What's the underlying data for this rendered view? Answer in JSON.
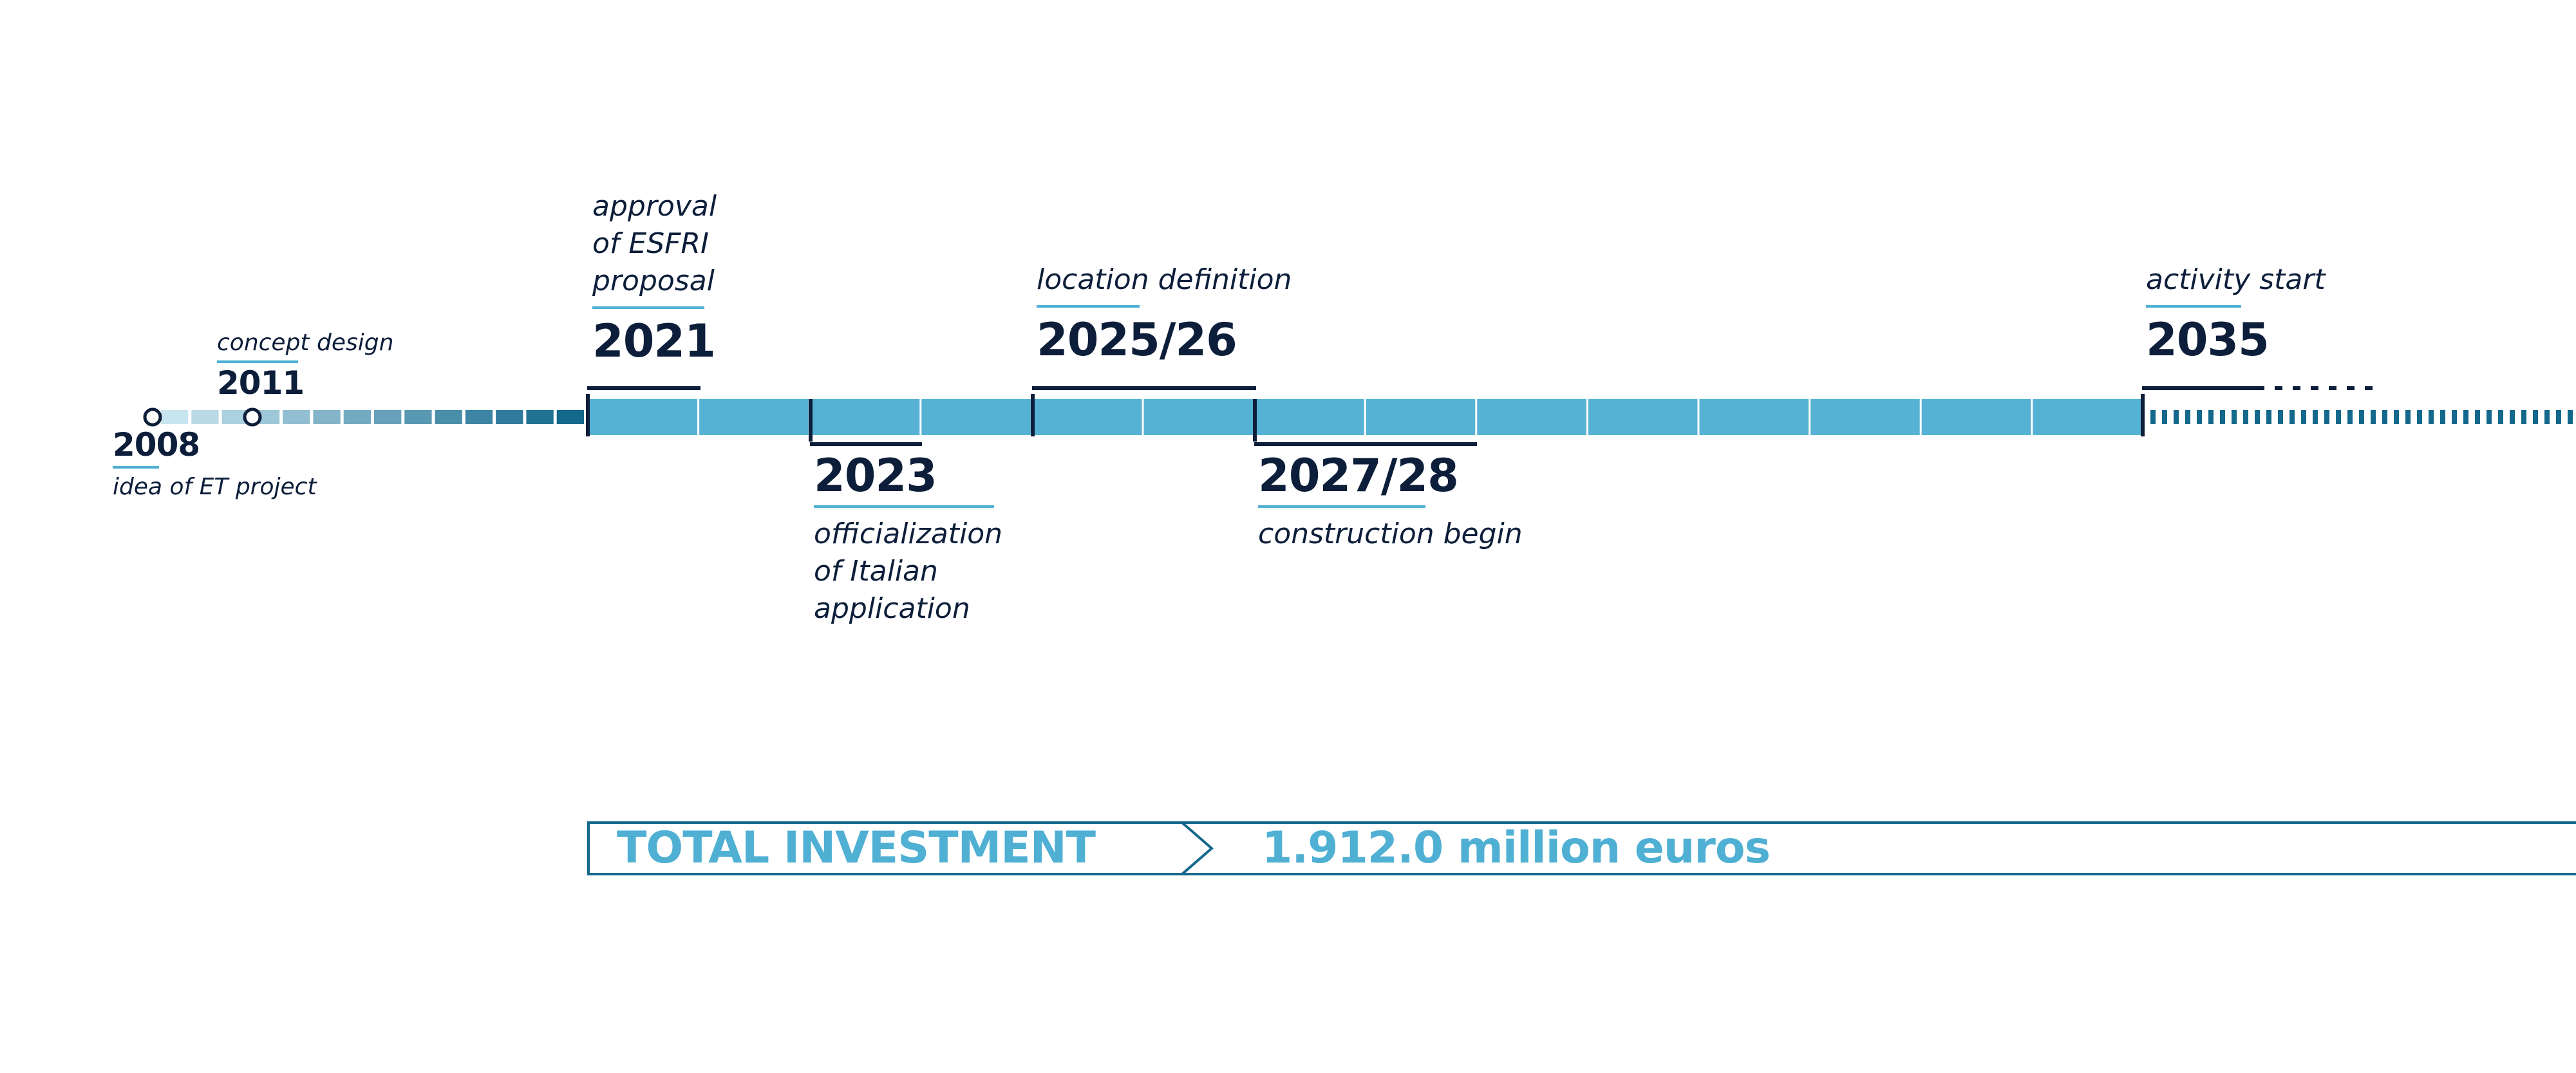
{
  "colors": {
    "dark": "#0d1e3a",
    "bar": "#56b2d4",
    "accent": "#4fb0d4",
    "teal": "#14688c",
    "divider": "#ffffff"
  },
  "events": {
    "e2008": {
      "year": "2008",
      "desc": "idea of ET project"
    },
    "e2011": {
      "year": "2011",
      "desc": "concept design"
    },
    "e2021": {
      "year": "2021",
      "desc": "approval\nof ESFRI\nproposal"
    },
    "e2023": {
      "year": "2023",
      "desc": "officialization\nof Italian\napplication"
    },
    "e2025": {
      "year": "2025/26",
      "desc": "location definition"
    },
    "e2027": {
      "year": "2027/28",
      "desc": "construction begin"
    },
    "e2035": {
      "year": "2035",
      "desc": "activity start"
    }
  },
  "investment": {
    "label": "TOTAL INVESTMENT",
    "value": "1.912.0 million euros"
  }
}
